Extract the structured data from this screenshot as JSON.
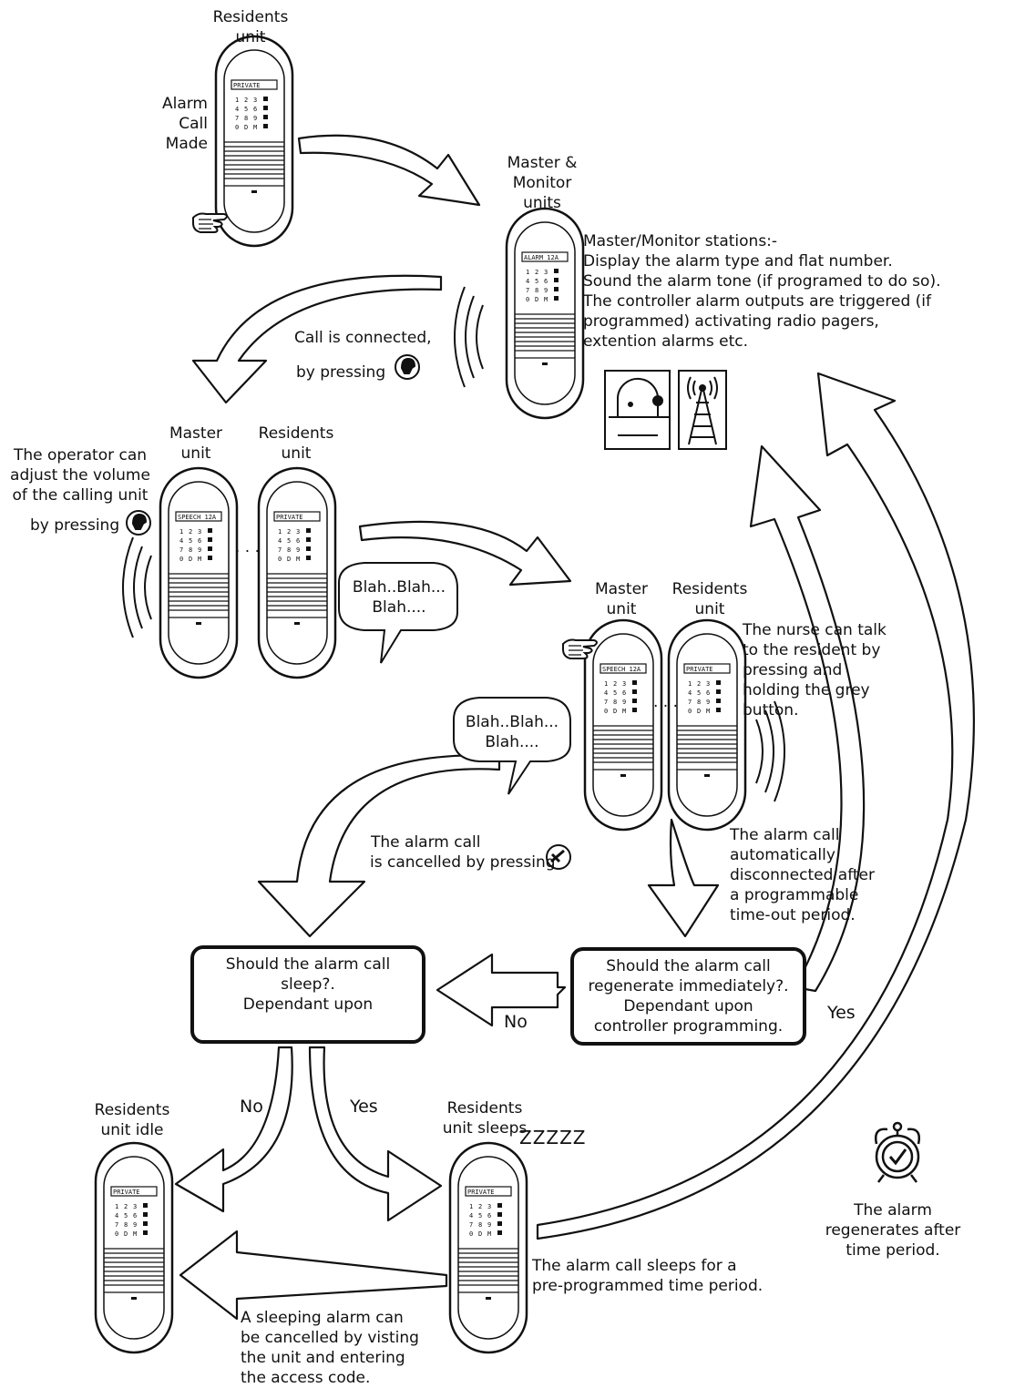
{
  "units": {
    "top_resident": {
      "label": "Residents\nunit",
      "display": "PRIVATE"
    },
    "master_monitor": {
      "label": "Master &\nMonitor\nunits",
      "display": "ALARM 12A"
    },
    "master_mid": {
      "label": "Master\nunit",
      "display": "SPEECH 12A"
    },
    "resident_mid": {
      "label": "Residents\nunit",
      "display": "PRIVATE"
    },
    "master_right": {
      "label": "Master\nunit",
      "display": "SPEECH 12A"
    },
    "resident_right": {
      "label": "Residents\nunit",
      "display": "PRIVATE"
    },
    "resident_idle": {
      "label": "Residents\nunit idle",
      "display": "PRIVATE"
    },
    "resident_sleep": {
      "label": "Residents\nunit sleeps",
      "display": "PRIVATE"
    }
  },
  "keypad": [
    "1",
    "2",
    "3",
    "4",
    "5",
    "6",
    "7",
    "8",
    "9",
    "0",
    "D",
    "M"
  ],
  "texts": {
    "alarm_call_made": "Alarm\nCall\nMade",
    "master_stations": "Master/Monitor stations:-\nDisplay the alarm type and flat number.\nSound the alarm tone (if programed to do so).\nThe controller alarm outputs are triggered (if\nprogrammed) activating radio pagers,\nextention alarms etc.",
    "call_connected_1": "Call is connected,",
    "call_connected_2": "by pressing",
    "operator_volume": "The operator can\nadjust the volume\nof the calling unit",
    "operator_pressing": "by pressing",
    "bubble_1": "Blah..Blah...\nBlah....",
    "bubble_2": "Blah..Blah...\nBlah....",
    "nurse_talk": "The nurse can talk\nto the resident by\npressing and\nholding the grey\nbutton.",
    "cancelled_1": "The alarm call",
    "cancelled_2": "is cancelled by pressing",
    "auto_disconnect": "The alarm call\nautomatically\ndisconnected after\na programmable\ntime-out period.",
    "should_sleep": "Should the alarm call\nsleep?.\nDependant upon",
    "should_regenerate": "Should the alarm call\nregenerate immediately?.\nDependant upon\ncontroller programming.",
    "no_1": "No",
    "yes_1": "Yes",
    "no_2": "No",
    "yes_2": "Yes",
    "zzz": "ZZZZZ",
    "sleeps_period": "The alarm call sleeps for a\npre-programmed time period.",
    "sleeping_cancel": "A sleeping alarm can\nbe cancelled by visting\nthe unit and entering\nthe access code.",
    "regenerates": "The alarm\nregenerates after\ntime period.",
    "ellipsis": ". . ."
  }
}
